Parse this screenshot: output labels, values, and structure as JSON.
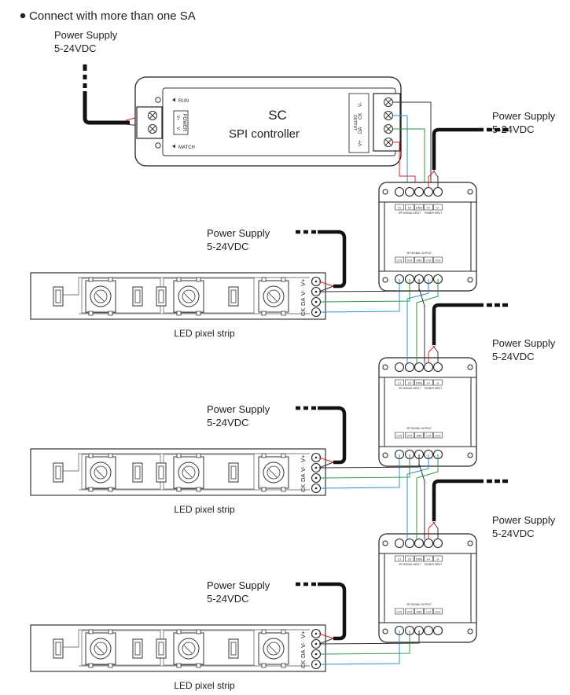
{
  "heading": "Connect with more than one SA",
  "power_supply": {
    "label": "Power Supply",
    "voltage": "5-24VDC"
  },
  "controller": {
    "title": "SC",
    "subtitle": "SPI controller",
    "run_label": "RUN",
    "match_label": "MATCH",
    "power_terminal": "POWER",
    "power_pins": [
      "V+",
      "V-"
    ],
    "output_terminal": "OUTPUT",
    "output_pins": [
      "V+",
      "DA",
      "CK",
      "V-"
    ]
  },
  "amplifier": {
    "input_pins": [
      "CI",
      "DI",
      "GND",
      "V+",
      "V-"
    ],
    "input_caption_left": "SPI SIGNAL INPUT",
    "input_caption_right": "POWER INPUT",
    "output_caption": "SPI SIGNAL OUTPUT",
    "output_pins": [
      "CO1",
      "DO1",
      "GND",
      "CO2",
      "DO2"
    ]
  },
  "strip": {
    "label": "LED pixel strip",
    "pins": [
      "V+",
      "V-",
      "DA",
      "CK"
    ]
  },
  "wire_colors": {
    "positive": "#d8232a",
    "negative": "#333333",
    "data": "#2e9a47",
    "clock": "#2a8fd0"
  }
}
